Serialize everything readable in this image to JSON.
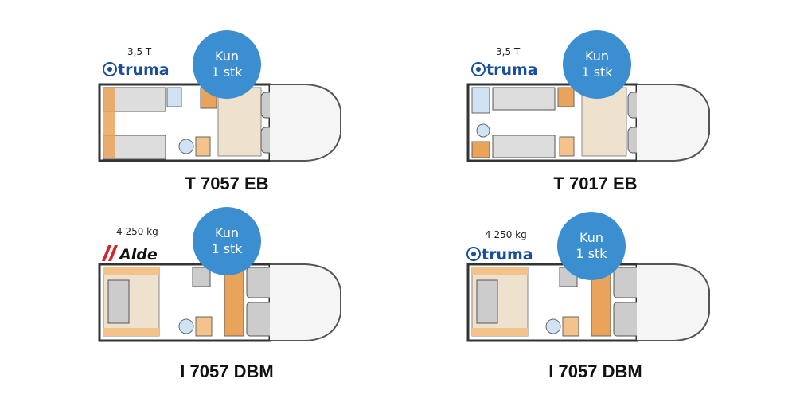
{
  "colors": {
    "badge": "#3b8fd0",
    "truma_blue": "#1a4f9c",
    "alde_red": "#d3242a",
    "wood": "#e9a35a",
    "upholstery": "#b9b9b9"
  },
  "badge_text": {
    "line1": "Kun",
    "line2": "1 stk"
  },
  "layouts": [
    {
      "weight": "3,5 T",
      "brand": "truma",
      "brand_icon": "truma-logo",
      "model": "T 7057 EB"
    },
    {
      "weight": "3,5 T",
      "brand": "truma",
      "brand_icon": "truma-logo",
      "model": "T 7017 EB"
    },
    {
      "weight": "4 250 kg",
      "brand": "Alde",
      "brand_icon": "alde-logo",
      "model": "I 7057 DBM"
    },
    {
      "weight": "4 250 kg",
      "brand": "truma",
      "brand_icon": "truma-logo",
      "model": "I 7057 DBM"
    }
  ]
}
